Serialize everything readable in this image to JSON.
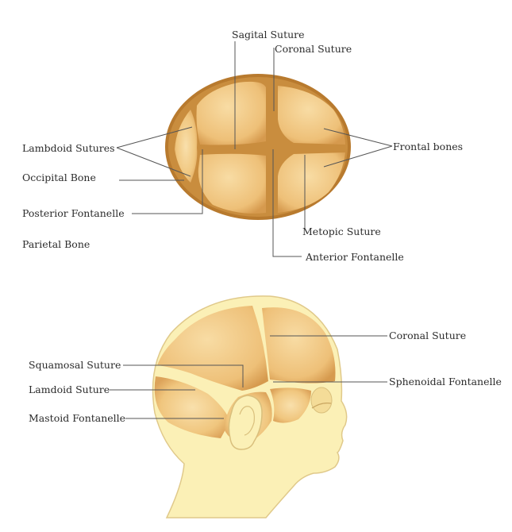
{
  "top_view": {
    "labels": {
      "sagital": "Sagital Suture",
      "coronal": "Coronal Suture",
      "lambdoid": "Lambdoid Sutures",
      "frontal": "Frontal bones",
      "occipital": "Occipital Bone",
      "posterior": "Posterior Fontanelle",
      "metopic": "Metopic Suture",
      "parietal": "Parietal Bone",
      "anterior": "Anterior Fontanelle"
    }
  },
  "side_view": {
    "labels": {
      "coronal": "Coronal Suture",
      "squamosal": "Squamosal Suture",
      "sphenoidal": "Sphenoidal Fontanelle",
      "lamdoid": "Lamdoid Suture",
      "mastoid": "Mastoid Fontanelle"
    }
  },
  "colors": {
    "bone_light": "#f7d9a0",
    "bone_dark": "#d89a45",
    "suture": "#a86a25",
    "skin": "#fbf0b6",
    "skin_outline": "#e0c98a"
  }
}
